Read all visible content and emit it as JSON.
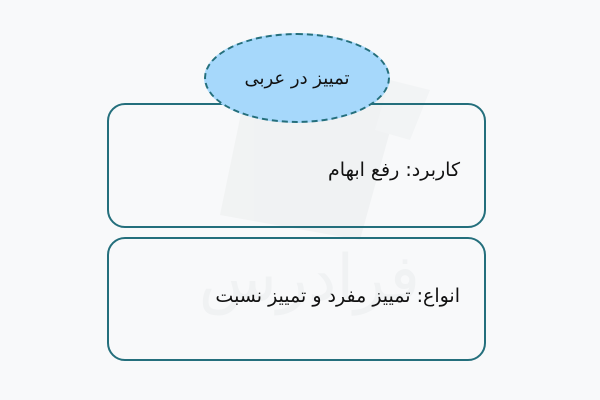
{
  "title": "تمییز در عربی",
  "cards": [
    {
      "text": "کاربرد: رفع ابهام"
    },
    {
      "text": "انواع: تمییز مفرد و تمییز نسبت"
    }
  ],
  "colors": {
    "background": "#f8f9fa",
    "ellipse_fill": "#a6d8fb",
    "border": "#246f7c",
    "text": "#111111",
    "watermark": "#eef0f2"
  },
  "watermark": {
    "text": "فرادرس"
  }
}
